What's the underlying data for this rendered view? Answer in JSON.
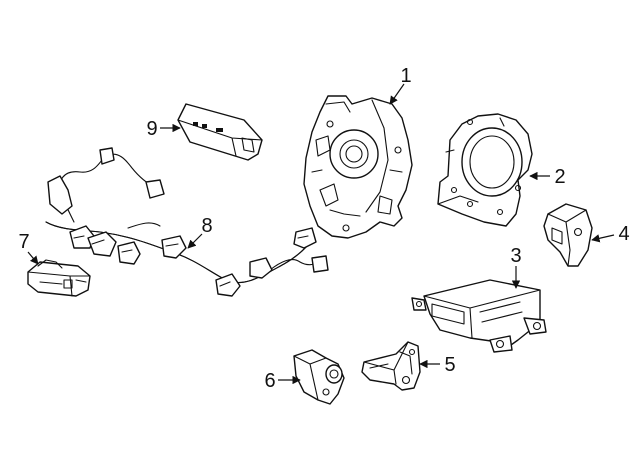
{
  "diagram": {
    "line_color": "#111111",
    "background": "#ffffff",
    "callouts": [
      {
        "id": "1",
        "label": "1"
      },
      {
        "id": "2",
        "label": "2"
      },
      {
        "id": "3",
        "label": "3"
      },
      {
        "id": "4",
        "label": "4"
      },
      {
        "id": "5",
        "label": "5"
      },
      {
        "id": "6",
        "label": "6"
      },
      {
        "id": "7",
        "label": "7"
      },
      {
        "id": "8",
        "label": "8"
      },
      {
        "id": "9",
        "label": "9"
      }
    ]
  }
}
